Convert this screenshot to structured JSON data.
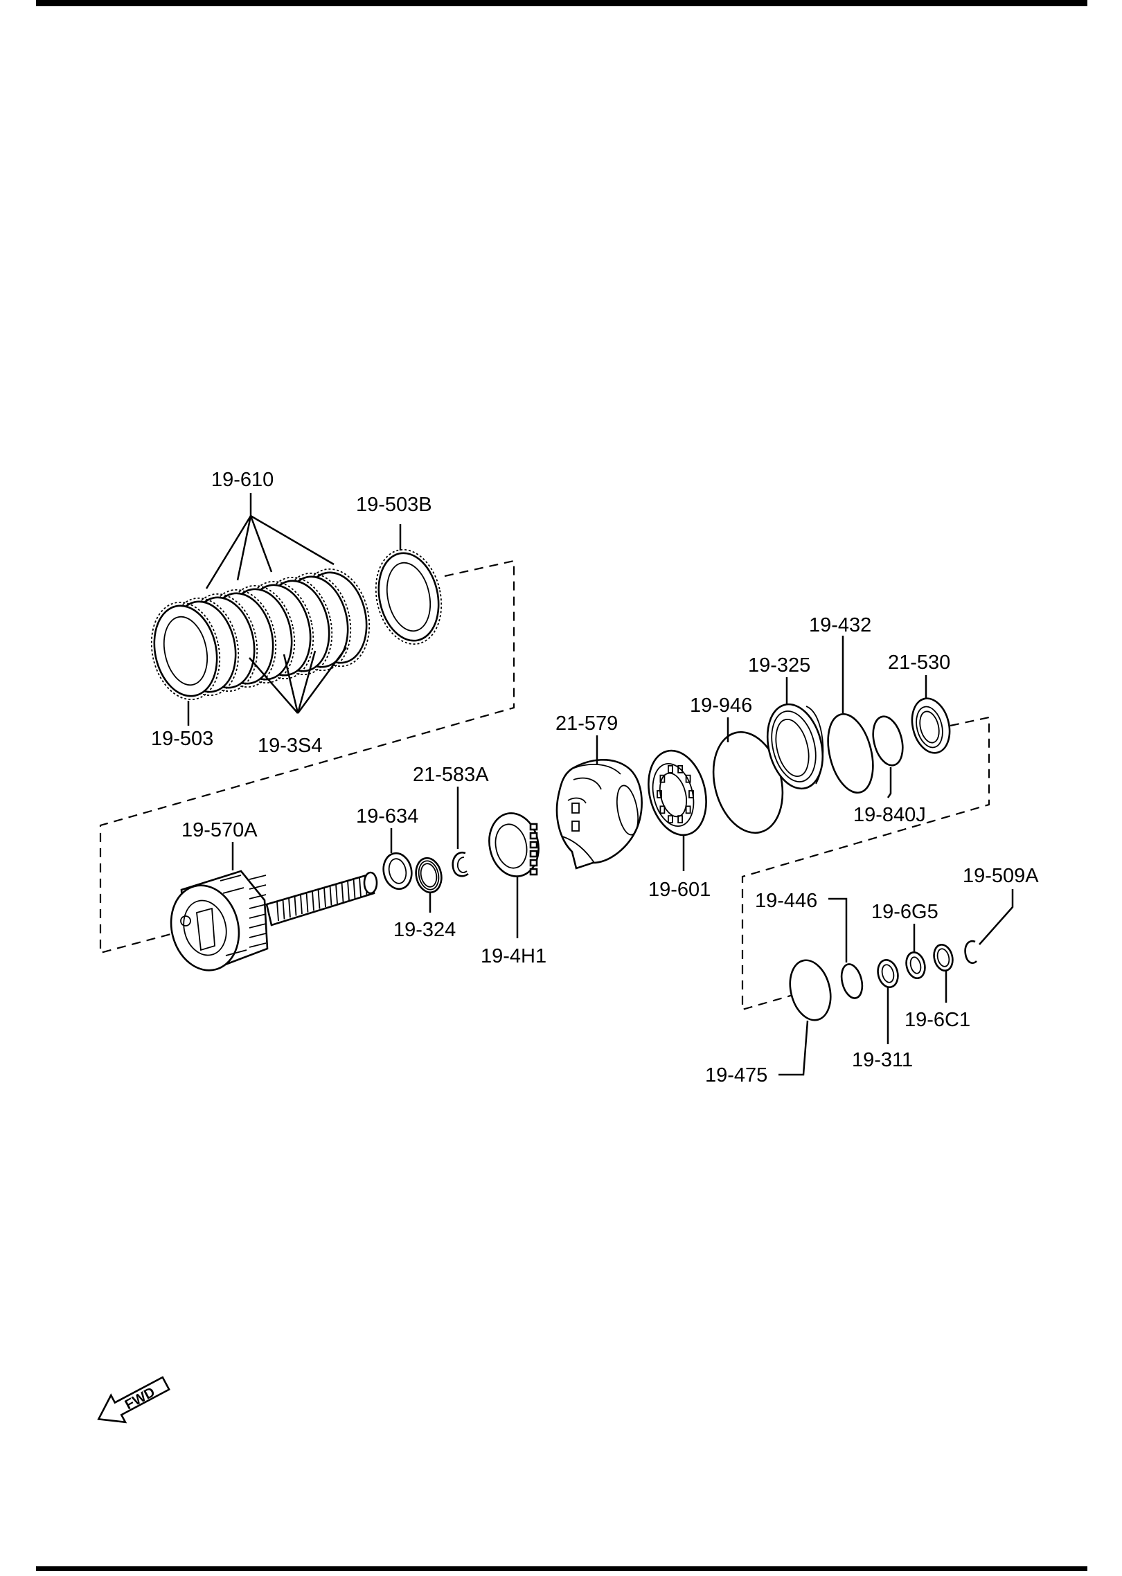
{
  "diagram": {
    "labels": {
      "l_19_610": "19-610",
      "l_19_503B": "19-503B",
      "l_19_503": "19-503",
      "l_19_3S4": "19-3S4",
      "l_19_432": "19-432",
      "l_19_325": "19-325",
      "l_21_530": "21-530",
      "l_19_946": "19-946",
      "l_21_579": "21-579",
      "l_21_583A": "21-583A",
      "l_19_634": "19-634",
      "l_19_570A": "19-570A",
      "l_19_840J": "19-840J",
      "l_19_601": "19-601",
      "l_19_324": "19-324",
      "l_19_4H1": "19-4H1",
      "l_19_509A": "19-509A",
      "l_19_446": "19-446",
      "l_19_6G5": "19-6G5",
      "l_19_6C1": "19-6C1",
      "l_19_311": "19-311",
      "l_19_475": "19-475"
    },
    "fwd_badge": "FWD"
  }
}
